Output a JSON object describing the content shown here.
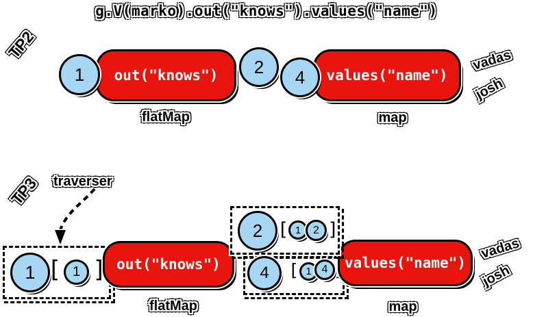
{
  "title": "g.V(marko).out(\"knows\").values(\"name\")",
  "colors": {
    "step_red": "#e8140e",
    "traverser_blue": "#a8d7f3",
    "outline_black": "#000000",
    "background": "#ffffff"
  },
  "tp2": {
    "label": "TP2",
    "input_circle": "1",
    "flatmap_step": "out(\"knows\")",
    "flatmap_caption": "flatMap",
    "mid_circles": [
      "2",
      "4"
    ],
    "map_step": "values(\"name\")",
    "map_caption": "map",
    "outputs": [
      "vadas",
      "josh"
    ]
  },
  "tp3": {
    "label": "TP3",
    "traverser_label": "traverser",
    "input_traverser": {
      "value": "1",
      "bracket_open": "[",
      "path": [
        "1"
      ],
      "bracket_close": "]"
    },
    "flatmap_step": "out(\"knows\")",
    "flatmap_caption": "flatMap",
    "mid_traversers": [
      {
        "value": "2",
        "bracket_open": "[",
        "path": [
          "1",
          "2"
        ],
        "bracket_close": "]"
      },
      {
        "value": "4",
        "bracket_open": "[",
        "path": [
          "1",
          "4"
        ],
        "bracket_close": "]"
      }
    ],
    "map_step": "values(\"name\")",
    "map_caption": "map",
    "outputs": [
      "vadas",
      "josh"
    ]
  }
}
